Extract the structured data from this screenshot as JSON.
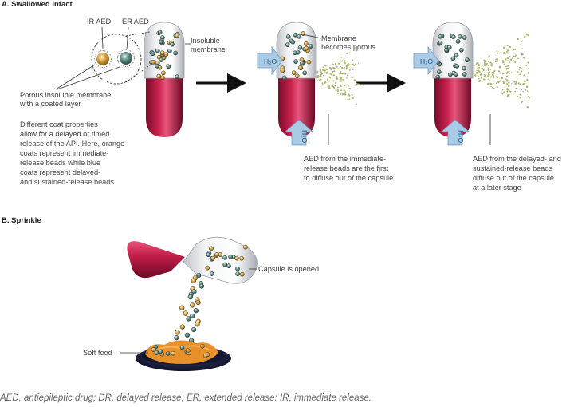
{
  "section_a": {
    "title": "A. Swallowed intact",
    "ir_label": "IR AED",
    "er_label": "ER AED",
    "insoluble_label": [
      "Insoluble",
      "membrane"
    ],
    "porous_label": [
      "Porous insoluble membrane",
      "with a coated layer"
    ],
    "coat_text": [
      "Different coat properties",
      "allow for a delayed or timed",
      "release of the API. Here, orange",
      "coats represent immediate-",
      "release beads while blue",
      "coats represent delayed-",
      "and sustained-release beads"
    ],
    "membrane_porous_label": [
      "Membrane",
      "becomes porous"
    ],
    "water_label": "H₂O",
    "ir_diffuse_text": [
      "AED from the immediate-",
      "release beads are the first",
      "to diffuse out of the capsule"
    ],
    "dr_diffuse_text": [
      "AED from the delayed- and",
      "sustained-release beads",
      "diffuse out of the capsule",
      "at a later stage"
    ]
  },
  "section_b": {
    "title": "B. Sprinkle",
    "opened_label": "Capsule is opened",
    "food_label": "Soft food"
  },
  "footnote": "AED, antiepileptic drug; DR, delayed release; ER, extended release; IR, immediate release.",
  "colors": {
    "capsule_red": "#b01840",
    "capsule_red_dark": "#6e0a25",
    "orange_bead": "#d9a441",
    "blue_bead": "#5f8f86",
    "water_arrow": "#a9cbe6",
    "food": "#e8902a",
    "plate": "#1b1f3d"
  }
}
